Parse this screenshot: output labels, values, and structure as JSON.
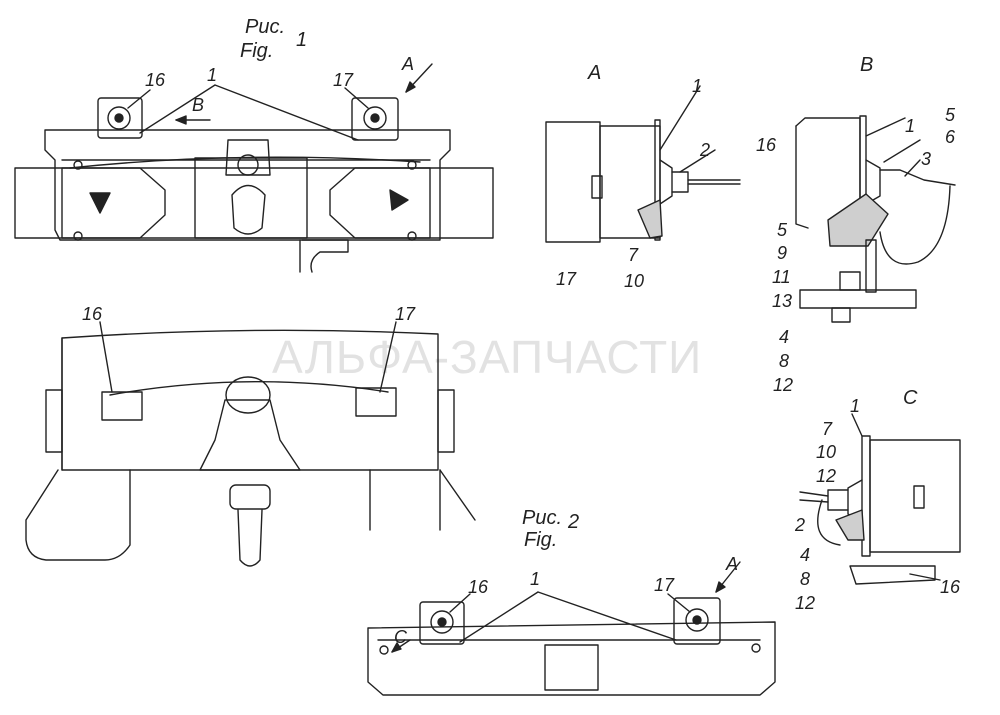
{
  "watermark": "АЛЬФА-ЗАПЧАСТИ",
  "fig1": {
    "title_ru": "Рис.",
    "title_en": "Fig.",
    "number": "1"
  },
  "fig2": {
    "title_ru": "Рис.",
    "title_en": "Fig.",
    "number": "2"
  },
  "views": {
    "a": "A",
    "b": "B",
    "c": "C"
  },
  "callouts": {
    "n1": "1",
    "n2": "2",
    "n3": "3",
    "n4": "4",
    "n5": "5",
    "n6": "6",
    "n7": "7",
    "n8": "8",
    "n9": "9",
    "n10": "10",
    "n11": "11",
    "n12": "12",
    "n13": "13",
    "n16": "16",
    "n17": "17"
  }
}
